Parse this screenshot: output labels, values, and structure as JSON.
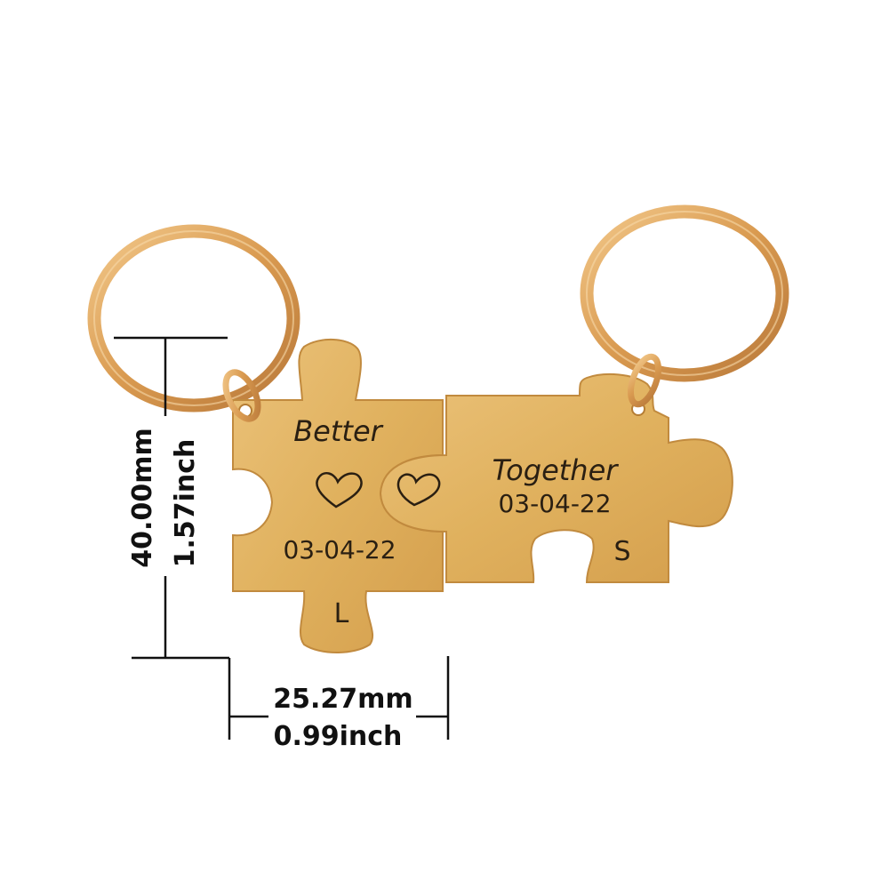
{
  "product": {
    "left_piece": {
      "top_text": "Better",
      "date": "03-04-22",
      "initial": "L"
    },
    "right_piece": {
      "top_text": "Together",
      "date": "03-04-22",
      "initial": "S"
    }
  },
  "dimensions": {
    "height_mm": "40.00mm",
    "height_inch": "1.57inch",
    "width_mm": "25.27mm",
    "width_inch": "0.99inch"
  },
  "colors": {
    "gold": "#E0B15E",
    "gold_dark": "#C9923E",
    "engraving": "#2A1F12",
    "ring": "#DDA25A",
    "background": "#FFFFFF"
  }
}
